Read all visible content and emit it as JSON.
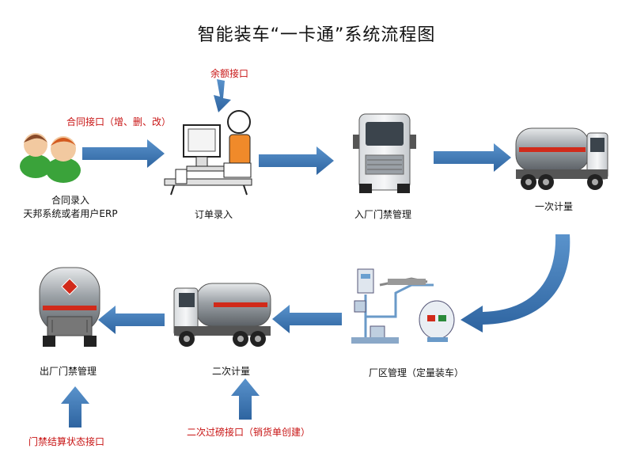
{
  "title": "智能装车“一卡通”系统流程图",
  "nodes": {
    "contract_entry_line1": "合同录入",
    "contract_entry_line2": "天邦系统或者用户ERP",
    "order_entry": "订单录入",
    "gate_in": "入厂门禁管理",
    "first_weigh": "一次计量",
    "plant_mgmt": "厂区管理（定量装车）",
    "second_weigh": "二次计量",
    "gate_out": "出厂门禁管理"
  },
  "interfaces": {
    "contract_interface": "合同接口（增、删、改）",
    "balance_interface": "余额接口",
    "second_weigh_interface": "二次过磅接口（销货单创建）",
    "gate_settlement_interface": "门禁结算状态接口"
  },
  "colors": {
    "arrow": "#3d78b6",
    "interface_text": "#c81414",
    "node_text": "#111111"
  },
  "icons": [
    "users-icon",
    "computer-operator-icon",
    "truck-front-icon",
    "tanker-truck-icon",
    "loading-station-icon",
    "hazmat-tanker-rear-icon"
  ]
}
